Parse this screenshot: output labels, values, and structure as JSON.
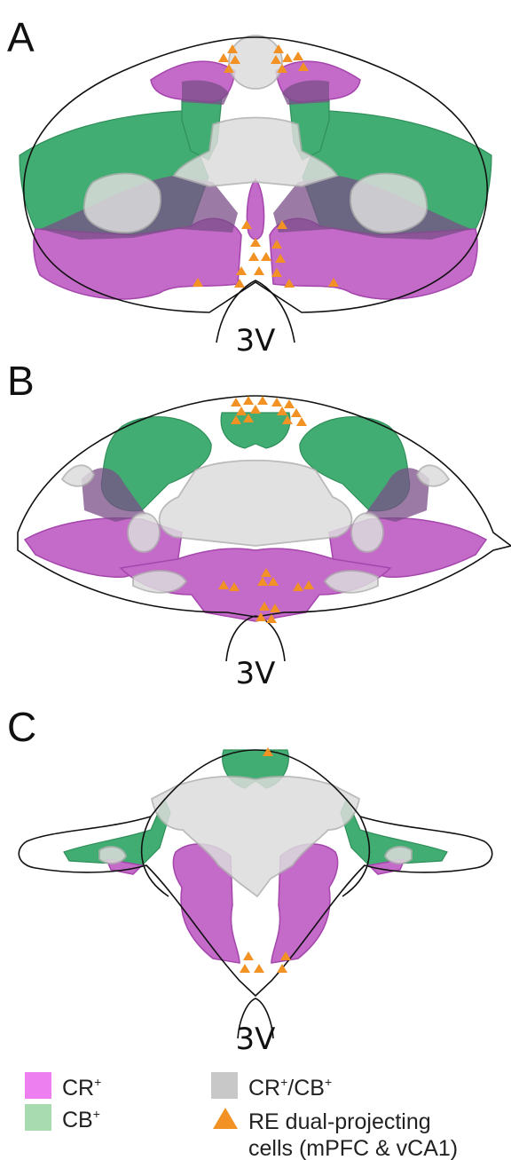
{
  "panels": [
    {
      "letter": "A",
      "ventricle_label": "3V"
    },
    {
      "letter": "B",
      "ventricle_label": "3V"
    },
    {
      "letter": "C",
      "ventricle_label": "3V"
    }
  ],
  "legend": {
    "cr": {
      "label": "CR",
      "sup": "+",
      "color": "#ee7ff0"
    },
    "cb": {
      "label": "CB",
      "sup": "+",
      "color": "#a8dcb0"
    },
    "crcb": {
      "label_a": "CR",
      "sup_a": "+",
      "label_b": "/CB",
      "sup_b": "+",
      "color": "#c8c8c8"
    },
    "re": {
      "line1": "RE dual-projecting",
      "line2": "cells (mPFC & vCA1)",
      "color": "#f29225"
    }
  },
  "colors": {
    "cr_region": "#c46ac8",
    "cb_region": "#42ad72",
    "overlap": "#7a4f87",
    "crcb_region": "#dcdcdc",
    "re_cells": "#f29225"
  }
}
